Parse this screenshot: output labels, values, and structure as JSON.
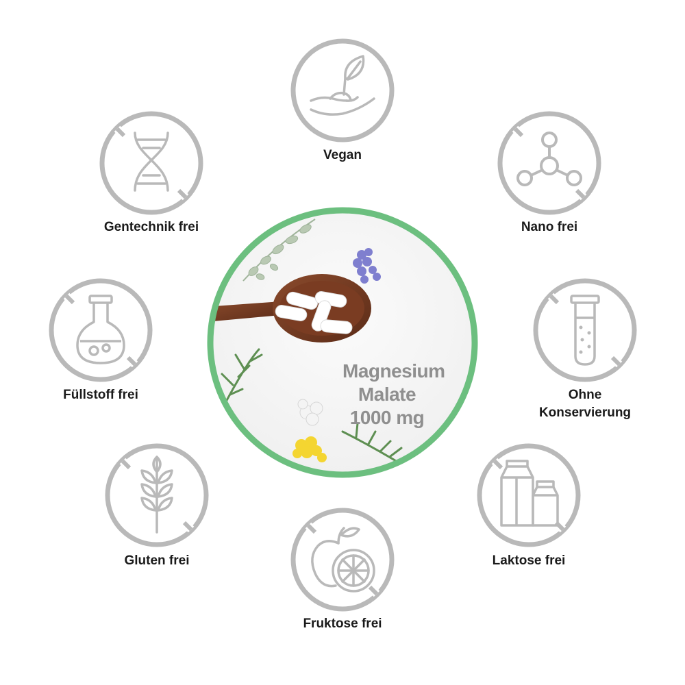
{
  "colors": {
    "accent": "#6cbf7f",
    "icon_gray": "#b9b9b9",
    "label_text": "#1a1a1a",
    "product_text": "#8f8f8f"
  },
  "product": {
    "line1": "Magnesium",
    "line2": "Malate",
    "line3": "1000 mg"
  },
  "badges": {
    "vegan": {
      "label": "Vegan",
      "icon": "plant-hand-icon"
    },
    "gentechnik": {
      "label": "Gentechnik frei",
      "icon": "dna-icon"
    },
    "nano": {
      "label": "Nano frei",
      "icon": "molecule-icon"
    },
    "fuellstoff": {
      "label": "Füllstoff frei",
      "icon": "flask-icon"
    },
    "konservierung": {
      "line1": "Ohne",
      "line2": "Konservierung",
      "icon": "test-tube-icon"
    },
    "gluten": {
      "label": "Gluten frei",
      "icon": "wheat-icon"
    },
    "laktose": {
      "label": "Laktose frei",
      "icon": "milk-carton-icon"
    },
    "fruktose": {
      "label": "Fruktose frei",
      "icon": "fruit-icon"
    }
  }
}
